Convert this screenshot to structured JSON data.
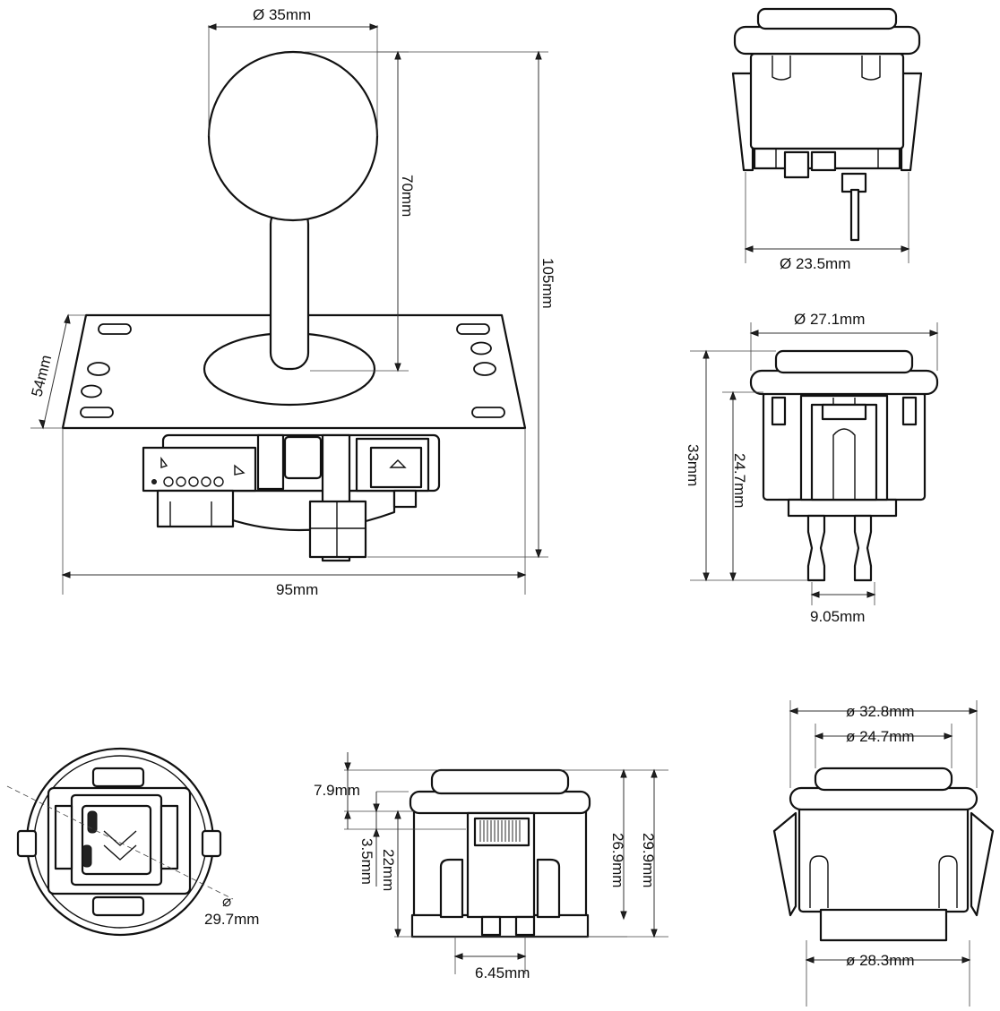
{
  "joystick": {
    "ball_diameter": "Ø 35mm",
    "shaft_height": "70mm",
    "total_height": "105mm",
    "plate_width": "54mm",
    "base_width": "95mm"
  },
  "small_button": {
    "outer_diameter": "Ø 23.5mm"
  },
  "medium_button": {
    "cap_diameter": "Ø 27.1mm",
    "total_height": "33mm",
    "body_height": "24.7mm",
    "pin_spacing": "9.05mm"
  },
  "large_button_top": {
    "diameter": "29.7mm"
  },
  "large_button_side": {
    "cap_height": "7.9mm",
    "step": "3.5mm",
    "body_height": "22mm",
    "height_mid": "26.9mm",
    "total_height": "29.9mm",
    "pin_spacing": "6.45mm"
  },
  "large_button_body": {
    "cap_diameter": "ø 32.8mm",
    "inner_diameter": "ø 24.7mm",
    "body_diameter": "ø 28.3mm"
  }
}
